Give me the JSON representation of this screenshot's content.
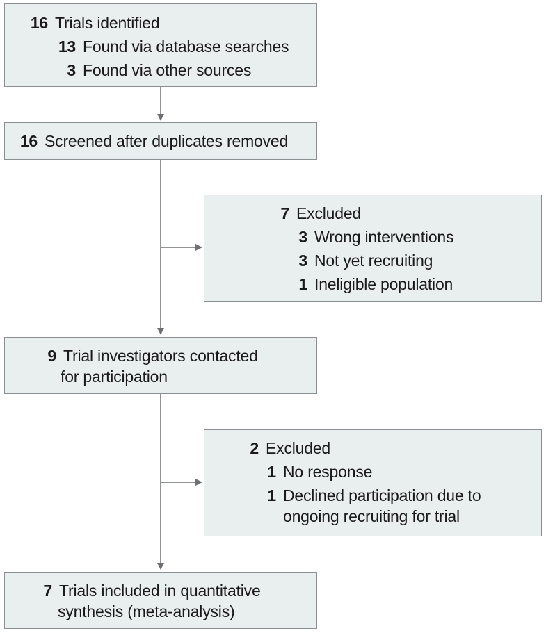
{
  "identified": {
    "count": "16",
    "label": "Trials identified",
    "items": [
      {
        "count": "13",
        "label": "Found via database searches"
      },
      {
        "count": "3",
        "label": "Found via other sources"
      }
    ]
  },
  "screened": {
    "count": "16",
    "label": "Screened after duplicates removed"
  },
  "excluded_first": {
    "count": "7",
    "label": "Excluded",
    "items": [
      {
        "count": "3",
        "label": "Wrong interventions"
      },
      {
        "count": "3",
        "label": "Not yet recruiting"
      },
      {
        "count": "1",
        "label": "Ineligible population"
      }
    ]
  },
  "contacted": {
    "count": "9",
    "label_line1": "Trial investigators contacted",
    "label_line2": "for participation"
  },
  "excluded_second": {
    "count": "2",
    "label": "Excluded",
    "items": [
      {
        "count": "1",
        "label": "No response"
      },
      {
        "count": "1",
        "label_line1": "Declined participation due to",
        "label_line2": "ongoing recruiting for trial"
      }
    ]
  },
  "included": {
    "count": "7",
    "label_line1": "Trials included in quantitative",
    "label_line2": "synthesis (meta-analysis)"
  }
}
